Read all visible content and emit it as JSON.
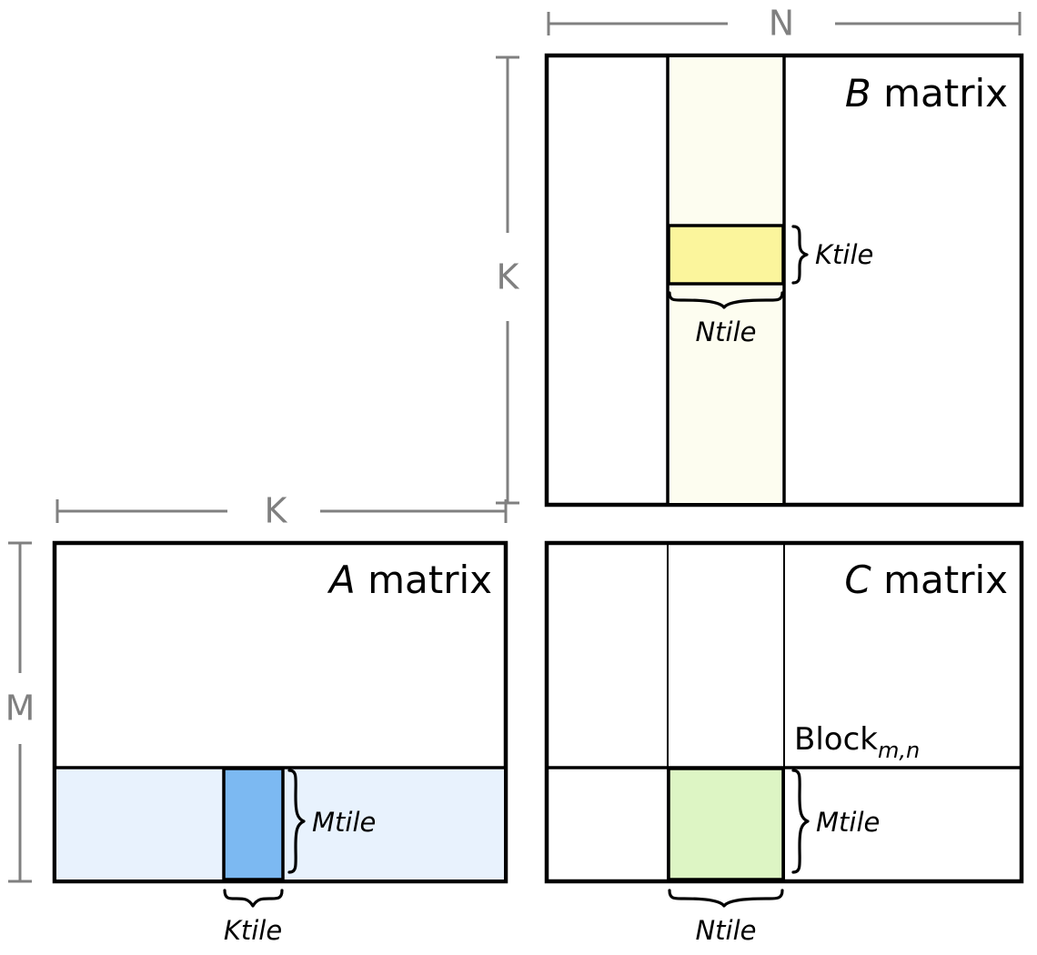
{
  "diagram": {
    "title_semantic": "tiled-matrix-multiplication-blocking-diagram",
    "dimensions": {
      "n_label": "N",
      "k_label_vertical": "K",
      "k_label_horizontal": "K",
      "m_label": "M"
    },
    "matrices": {
      "a": {
        "name_italic": "A",
        "name_rest": " matrix",
        "row_strip_color": "#e8f2fd",
        "tile_color": "#7cb9f2",
        "tile_height_label": "Mtile",
        "tile_width_label": "Ktile"
      },
      "b": {
        "name_italic": "B",
        "name_rest": " matrix",
        "col_strip_color": "#fdfdf0",
        "tile_color": "#fbf59c",
        "tile_height_label": "Ktile",
        "tile_width_label": "Ntile"
      },
      "c": {
        "name_italic": "C",
        "name_rest": " matrix",
        "tile_color": "#ddf5c4",
        "tile_height_label": "Mtile",
        "tile_width_label": "Ntile",
        "block_label_main": "Block",
        "block_label_sub": "m,n"
      }
    },
    "colors": {
      "dimension_line": "#808080",
      "outline": "#000000",
      "background": "#ffffff",
      "a_strip": "#e8f2fd",
      "a_tile": "#7cb9f2",
      "b_strip": "#fdfdf0",
      "b_tile": "#fbf59c",
      "c_tile": "#ddf5c4"
    }
  }
}
